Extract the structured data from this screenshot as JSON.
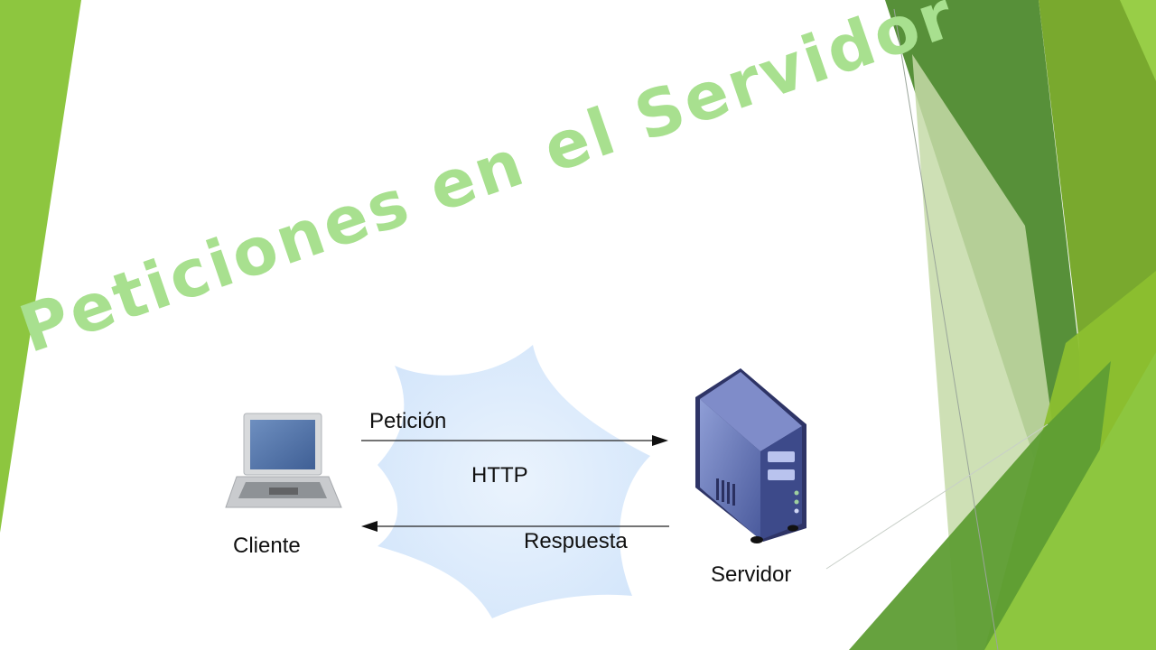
{
  "slide": {
    "title": "Peticiones en el Servidor"
  },
  "diagram": {
    "client_label": "Cliente",
    "server_label": "Servidor",
    "request_label": "Petición",
    "response_label": "Respuesta",
    "protocol_label": "HTTP",
    "icons": [
      "laptop-icon",
      "server-icon",
      "cloud-icon",
      "arrow-right-icon",
      "arrow-left-icon"
    ]
  },
  "colors": {
    "accent_green": "#8dc63f",
    "dark_green": "#4e8a2e",
    "title_green": "#a8e08f",
    "cloud_blue": "#d6e8fb",
    "server_blue": "#5c6fb0"
  }
}
